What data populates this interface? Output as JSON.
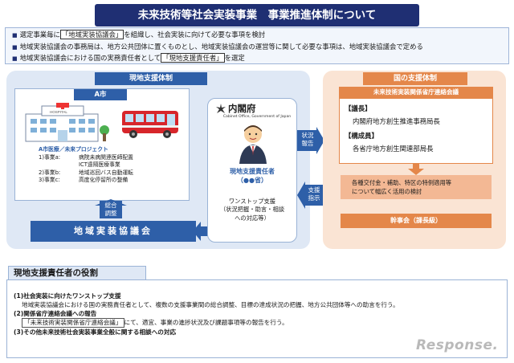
{
  "title": "未来技術等社会実装事業　事業推進体制について",
  "bullets": [
    {
      "pre": "選定事業毎に",
      "hl": "「地域実装協議会」",
      "post": "を組織し、社会実装に向けて必要な事項を検討"
    },
    {
      "pre": "地域実装協議会の事務局は、地方公共団体に置くものとし、地域実装協議会の運営等に関して必要な事項は、地域実装協議会で定める",
      "hl": "",
      "post": ""
    },
    {
      "pre": "地域実装協議会における国の実務責任者として",
      "hl": "「現地支援責任者」",
      "post": "を選定"
    }
  ],
  "left": {
    "header": "現地支援体制",
    "city": "A市",
    "project_title": "A市医療／未来プロジェクト",
    "projects": [
      {
        "label": "1)事業a:",
        "desc": "病院未病関連医師配置"
      },
      {
        "label": "",
        "desc": "ICT遠隔医療事業"
      },
      {
        "label": "2)事業b:",
        "desc": "地域巡回バス自動運転"
      },
      {
        "label": "3)事業c:",
        "desc": "高度化停留所の整備"
      }
    ],
    "sogo": "総合\n調整",
    "kyogikai": "地域実装協議会"
  },
  "center": {
    "org": "内閣府",
    "org_en": "Cabinet Office, Government of Japan",
    "sekinin": "現地支援責任者\n（●●省）",
    "onestop": "ワンストップ支援\n（状況把握・助言・相談\nへの対応等）"
  },
  "arrows": {
    "report": "状況\n報告",
    "support": "支援\n指示"
  },
  "right": {
    "header": "国の支援体制",
    "renraku": "未来技術実装関係省庁連絡会議",
    "chair_label": "【議長】",
    "chair": "内閣府地方創生推進事務局長",
    "member_label": "【構成員】",
    "member": "各省庁地方創生関連部局長",
    "tokurei": "各種交付金・補助、特区の特例適用等\nについて幅広く活用の検討",
    "kanjikai": "幹事会（課長級）"
  },
  "role": {
    "title": "現地支援責任者の役割",
    "items": [
      {
        "head": "(1)社会実装に向けたワンストップ支援",
        "body": "地域実装協議会における国の実務責任者として、複数の支援事業間の総合調整、目標の達成状況の把握、地方公共団体等への助言を行う。"
      },
      {
        "head": "(2)関係省庁連絡会議への報告",
        "body_box": "「未来技術実装関係省庁連絡会議」",
        "body": "にて、適宜、事業の進捗状況及び課題事項等の報告を行う。"
      },
      {
        "head": "(3)その他未来技術社会実装事業全般に関する相談への対応",
        "body": ""
      }
    ]
  },
  "watermark": "Response."
}
